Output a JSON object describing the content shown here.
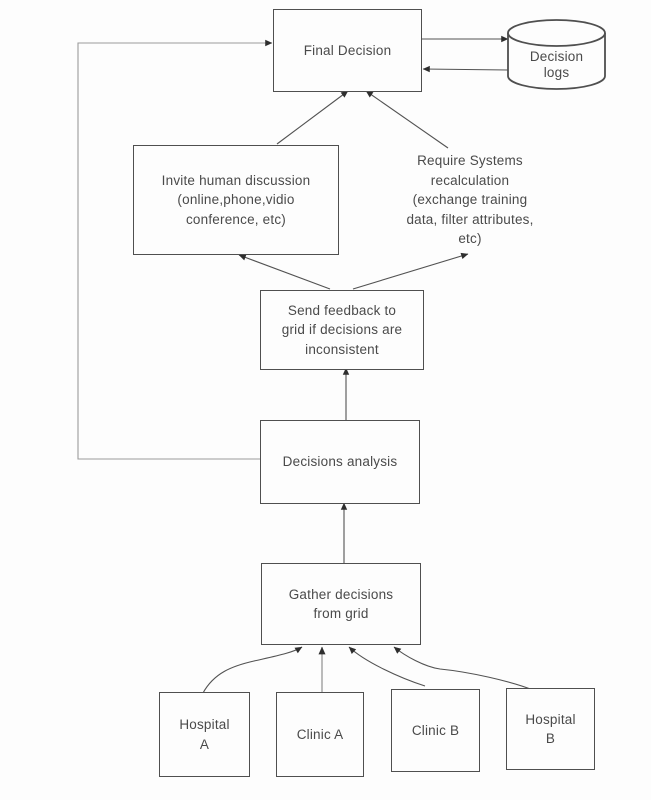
{
  "diagram_type": "flowchart",
  "colors": {
    "background": "#fdfdfd",
    "box_border": "#4f4f4f",
    "text": "#4a4a4a",
    "connector": "#525252",
    "connector_light": "#9b9b9b",
    "arrowhead": "#2e2e2e"
  },
  "nodes": {
    "final_decision": {
      "shape": "rect",
      "lines": [
        "Final Decision"
      ]
    },
    "decision_logs": {
      "shape": "cylinder",
      "lines": [
        "Decision",
        "logs"
      ]
    },
    "invite_discussion": {
      "shape": "rect",
      "lines": [
        "Invite human discussion",
        "(online,phone,vidio",
        "conference, etc)"
      ]
    },
    "require_recalculation": {
      "shape": "text",
      "lines": [
        "Require Systems",
        "recalculation",
        "(exchange training",
        "data, filter attributes,",
        "etc)"
      ]
    },
    "send_feedback": {
      "shape": "rect",
      "lines": [
        "Send feedback to",
        "grid if decisions are",
        "inconsistent"
      ]
    },
    "decisions_analysis": {
      "shape": "rect",
      "lines": [
        "Decisions analysis"
      ]
    },
    "gather_decisions": {
      "shape": "rect",
      "lines": [
        "Gather decisions",
        "from grid"
      ]
    },
    "hospital_a": {
      "shape": "rect",
      "lines": [
        "Hospital",
        "A"
      ]
    },
    "clinic_a": {
      "shape": "rect",
      "lines": [
        "Clinic A"
      ]
    },
    "clinic_b": {
      "shape": "rect",
      "lines": [
        "Clinic B"
      ]
    },
    "hospital_b": {
      "shape": "rect",
      "lines": [
        "Hospital",
        "B"
      ]
    }
  },
  "edges": [
    {
      "from": "decisions_analysis",
      "to": "final_decision",
      "route": "left-feedback-loop"
    },
    {
      "from": "final_decision",
      "to": "decision_logs"
    },
    {
      "from": "decision_logs",
      "to": "final_decision"
    },
    {
      "from": "invite_discussion",
      "to": "final_decision"
    },
    {
      "from": "require_recalculation",
      "to": "final_decision"
    },
    {
      "from": "send_feedback",
      "to": "invite_discussion"
    },
    {
      "from": "send_feedback",
      "to": "require_recalculation"
    },
    {
      "from": "decisions_analysis",
      "to": "send_feedback"
    },
    {
      "from": "gather_decisions",
      "to": "decisions_analysis"
    },
    {
      "from": "hospital_a",
      "to": "gather_decisions"
    },
    {
      "from": "clinic_a",
      "to": "gather_decisions"
    },
    {
      "from": "clinic_b",
      "to": "gather_decisions"
    },
    {
      "from": "hospital_b",
      "to": "gather_decisions"
    }
  ]
}
